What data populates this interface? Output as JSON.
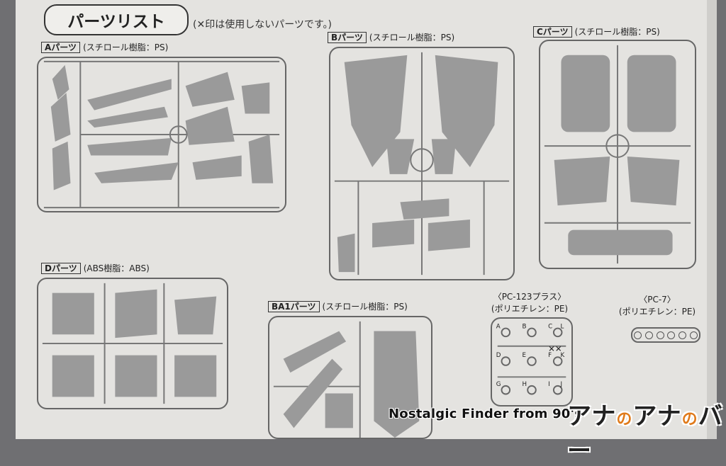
{
  "header": {
    "title": "パーツリスト",
    "note": "(✕印は使用しないパーツです。)"
  },
  "groups": {
    "A": {
      "tag": "Aパーツ",
      "material": "(スチロール樹脂：PS)"
    },
    "B": {
      "tag": "Bパーツ",
      "material": "(スチロール樹脂：PS)"
    },
    "C": {
      "tag": "Cパーツ",
      "material": "(スチロール樹脂：PS)"
    },
    "D": {
      "tag": "Dパーツ",
      "material": "(ABS樹脂：ABS)"
    },
    "BA1": {
      "tag": "BA1パーツ",
      "material": "(スチロール樹脂：PS)"
    },
    "PC123": {
      "line1": "〈PC-123プラス〉",
      "line2": "(ポリエチレン：PE)"
    },
    "PC7": {
      "line1": "〈PC-7〉",
      "line2": "(ポリエチレン：PE)"
    }
  },
  "pc123_letters": [
    "A",
    "B",
    "C",
    "D",
    "E",
    "F",
    "G",
    "H",
    "I",
    "J",
    "K",
    "L"
  ],
  "watermark": {
    "caption": "Nostalgic Finder from 90's",
    "logo_a": "アナ",
    "logo_o": "の",
    "logo_b": "アナ",
    "logo_o2": "の",
    "logo_c": "バー"
  },
  "colors": {
    "paper": "#e4e3e0",
    "ink": "#222222",
    "sprue": "#666666",
    "accent": "#e07a1a"
  }
}
